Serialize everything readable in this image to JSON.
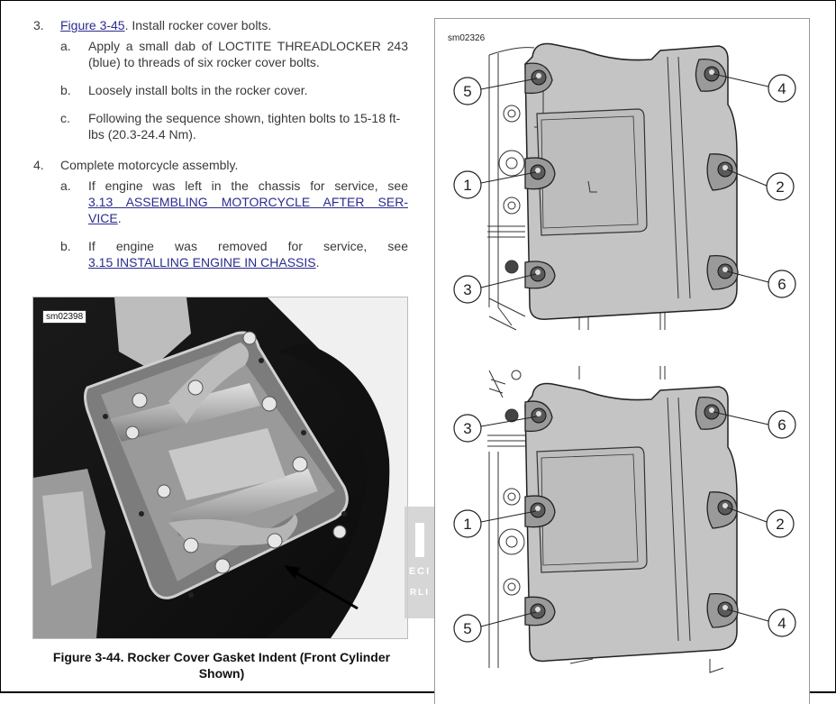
{
  "steps": [
    {
      "number": "3.",
      "link": "Figure 3-45",
      "text": ". Install rocker cover bolts.",
      "substeps": [
        {
          "letter": "a.",
          "text": "Apply a small dab of LOCTITE THREADLOCKER 243 (blue) to threads of six rocker cover bolts."
        },
        {
          "letter": "b.",
          "text": "Loosely install bolts in the rocker cover."
        },
        {
          "letter": "c.",
          "text": "Following the sequence shown, tighten bolts to 15-18 ft-lbs (20.3-24.4 Nm)."
        }
      ]
    },
    {
      "number": "4.",
      "text": "Complete motorcycle assembly.",
      "substeps": [
        {
          "letter": "a.",
          "text": "If engine was left in the chassis for service, see",
          "link": "3.13 ASSEMBLING MOTORCYCLE AFTER SERVICE",
          "link_line1": "3.13 ASSEMBLING MOTORCYCLE AFTER SER-",
          "link_line2": "VICE",
          "suffix": "."
        },
        {
          "letter": "b.",
          "text": "If engine was removed for service, see",
          "link": "3.15 INSTALLING ENGINE IN CHASSIS",
          "suffix": "."
        }
      ]
    }
  ],
  "figure_344": {
    "tag": "sm02398",
    "caption": "Figure 3-44. Rocker Cover Gasket Indent (Front Cylinder Shown)",
    "caption_line1": "Figure 3-44. Rocker Cover Gasket Indent (Front Cylinder",
    "caption_line2": "Shown)"
  },
  "figure_345": {
    "tag": "sm02326",
    "top_sequence": {
      "left": [
        "5",
        "1",
        "3"
      ],
      "right": [
        "4",
        "2",
        "6"
      ]
    },
    "bottom_sequence": {
      "left": [
        "3",
        "1",
        "5"
      ],
      "right": [
        "6",
        "2",
        "4"
      ]
    }
  },
  "watermark": {
    "line1": "ECI",
    "line2": "RLI"
  }
}
